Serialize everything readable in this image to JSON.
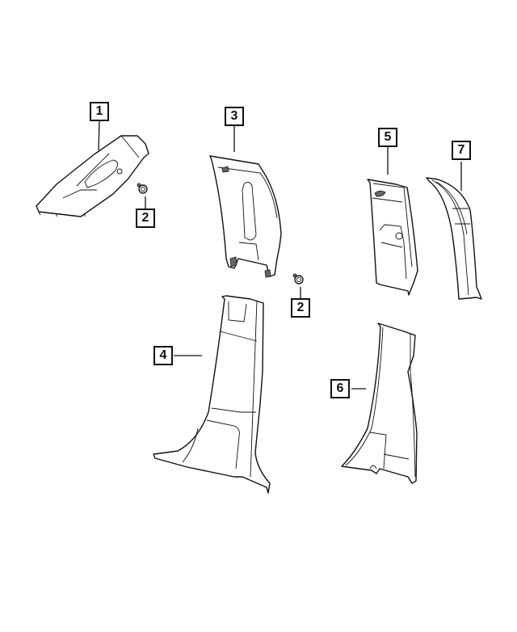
{
  "diagram": {
    "type": "parts-exploded-view",
    "background": "#ffffff",
    "line_color": "#111111",
    "callouts": [
      {
        "id": "c1",
        "label": "1",
        "part": "a-pillar-trim"
      },
      {
        "id": "c2a",
        "label": "2",
        "part": "fastener-clip"
      },
      {
        "id": "c3",
        "label": "3",
        "part": "b-pillar-upper-trim"
      },
      {
        "id": "c2b",
        "label": "2",
        "part": "fastener-clip"
      },
      {
        "id": "c4",
        "label": "4",
        "part": "b-pillar-lower-trim"
      },
      {
        "id": "c5",
        "label": "5",
        "part": "c-pillar-upper-trim"
      },
      {
        "id": "c6",
        "label": "6",
        "part": "c-pillar-lower-trim"
      },
      {
        "id": "c7",
        "label": "7",
        "part": "d-pillar-trim"
      }
    ]
  }
}
